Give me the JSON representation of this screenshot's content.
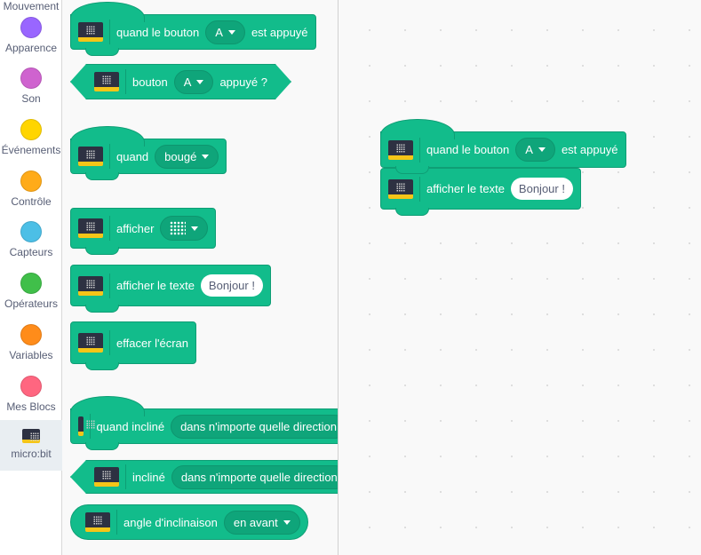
{
  "sidebar": {
    "categories": [
      {
        "label": "Mouvement",
        "color": "#4c97ff"
      },
      {
        "label": "Apparence",
        "color": "#9966ff"
      },
      {
        "label": "Son",
        "color": "#cf63cf"
      },
      {
        "label": "Événements",
        "color": "#ffd500"
      },
      {
        "label": "Contrôle",
        "color": "#ffab19"
      },
      {
        "label": "Capteurs",
        "color": "#4cbfe6"
      },
      {
        "label": "Opérateurs",
        "color": "#40bf4a"
      },
      {
        "label": "Variables",
        "color": "#ff8c1a"
      },
      {
        "label": "Mes Blocs",
        "color": "#ff6680"
      },
      {
        "label": "micro:bit"
      }
    ]
  },
  "palette": {
    "when_button": {
      "pre": "quand le bouton",
      "field": "A",
      "post": "est appuyé"
    },
    "button_pressed": {
      "pre": "bouton",
      "field": "A",
      "post": "appuyé ?"
    },
    "when_moved": {
      "pre": "quand",
      "field": "bougé"
    },
    "display": {
      "pre": "afficher"
    },
    "display_text": {
      "pre": "afficher le texte",
      "value": "Bonjour !"
    },
    "clear": {
      "pre": "effacer l'écran"
    },
    "when_tilted": {
      "pre": "quand incliné",
      "field": "dans n'importe quelle direction"
    },
    "tilted": {
      "pre": "incliné",
      "field": "dans n'importe quelle direction"
    },
    "tilt_angle": {
      "pre": "angle d'inclinaison",
      "field": "en avant"
    }
  },
  "workspace": {
    "hat": {
      "pre": "quand le bouton",
      "field": "A",
      "post": "est appuyé"
    },
    "cmd": {
      "pre": "afficher le texte",
      "value": "Bonjour !"
    }
  }
}
